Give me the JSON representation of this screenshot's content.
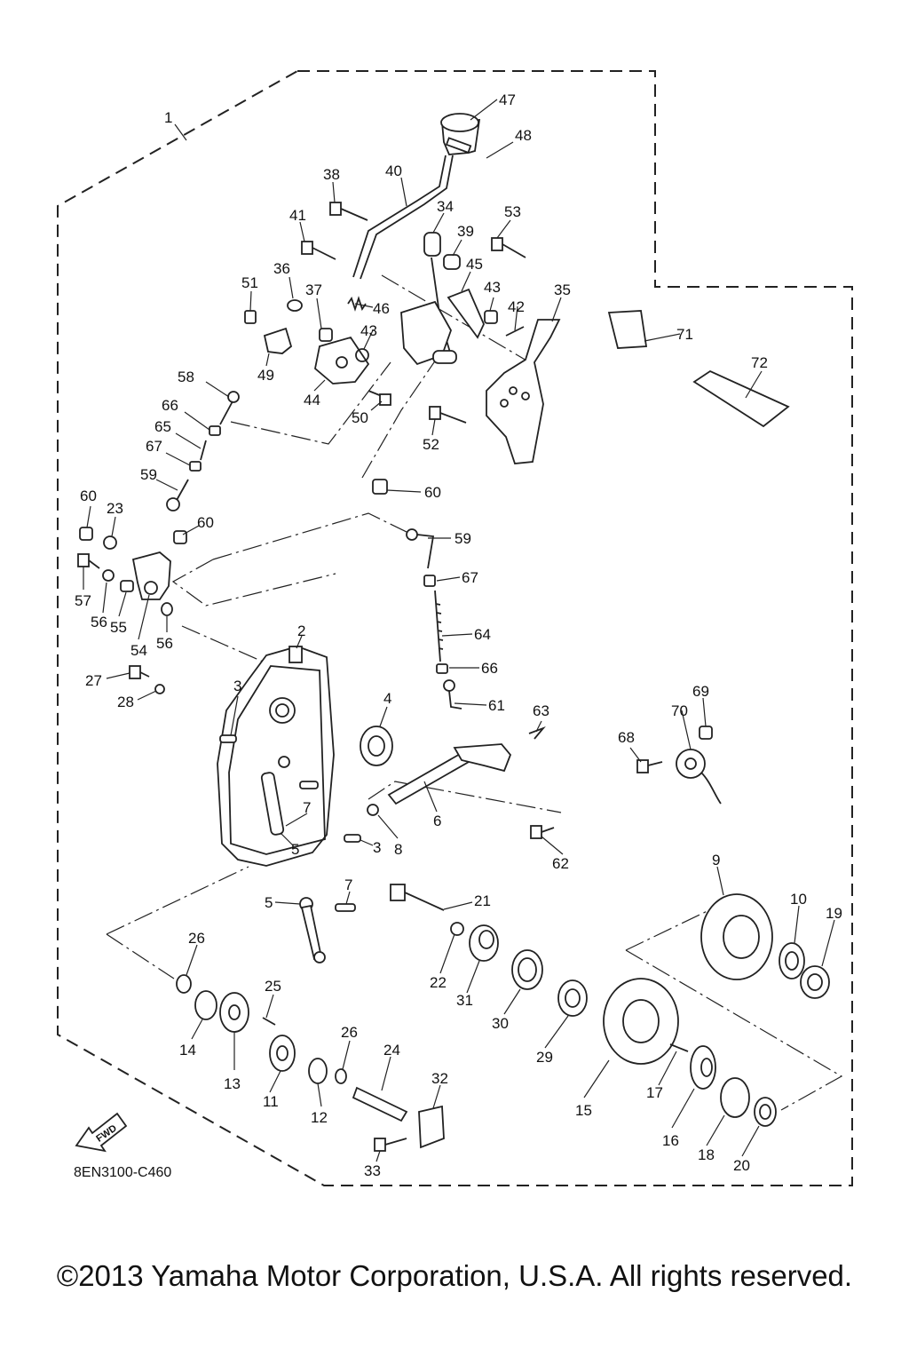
{
  "diagram": {
    "code": "8EN3100-C460",
    "fwd_label": "FWD",
    "callouts": [
      "1",
      "2",
      "3",
      "3",
      "4",
      "5",
      "5",
      "6",
      "7",
      "7",
      "8",
      "9",
      "10",
      "11",
      "12",
      "13",
      "14",
      "15",
      "16",
      "17",
      "18",
      "19",
      "20",
      "21",
      "22",
      "23",
      "24",
      "25",
      "26",
      "26",
      "27",
      "28",
      "29",
      "30",
      "31",
      "32",
      "33",
      "34",
      "35",
      "36",
      "37",
      "38",
      "39",
      "40",
      "41",
      "42",
      "43",
      "43",
      "44",
      "45",
      "46",
      "47",
      "48",
      "49",
      "50",
      "51",
      "52",
      "53",
      "54",
      "55",
      "56",
      "56",
      "57",
      "58",
      "59",
      "59",
      "60",
      "60",
      "60",
      "61",
      "62",
      "63",
      "64",
      "65",
      "66",
      "66",
      "67",
      "67",
      "68",
      "69",
      "70",
      "71",
      "72"
    ]
  },
  "copyright": "©2013 Yamaha Motor Corporation, U.S.A. All rights reserved."
}
